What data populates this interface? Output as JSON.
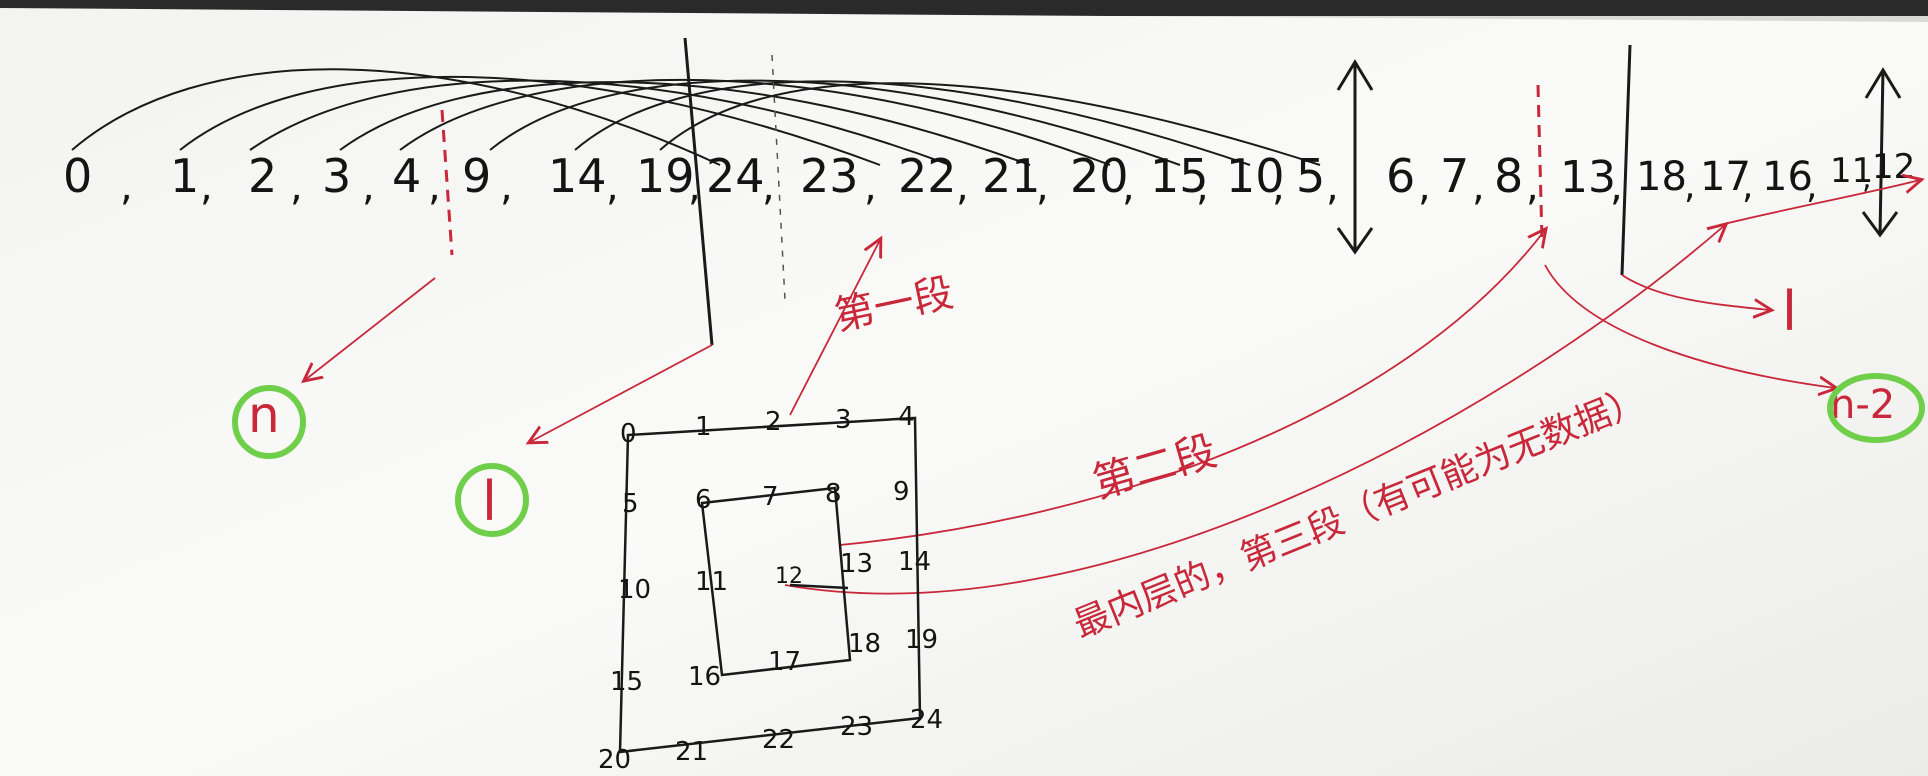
{
  "sequence": {
    "tokens": [
      "0",
      ",",
      "1",
      ",",
      "2",
      ",",
      "3",
      ",",
      "4",
      ",",
      "9",
      ",",
      "14",
      ",",
      "19",
      ",",
      "24",
      ",",
      "23",
      ",",
      "22",
      ",",
      "21",
      ",",
      "20",
      ",",
      "15",
      ",",
      "10",
      ",",
      "5",
      ",",
      "6",
      ",",
      "7",
      ",",
      "8",
      ",",
      "13",
      ",",
      "18",
      ",",
      "17",
      ",",
      "16",
      ",",
      "11",
      ",",
      "12"
    ]
  },
  "annotations": {
    "n_label": "n",
    "l_label_left": "l",
    "l_label_right": "l",
    "n_minus_2_label": "n-2",
    "segment_1": "第一段",
    "segment_2": "第二段",
    "segment_3": "最内层的，第三段（有可能为无数据）"
  },
  "grid": {
    "rows": [
      [
        "0",
        "1",
        "2",
        "3",
        "4"
      ],
      [
        "5",
        "6",
        "7",
        "8",
        "9"
      ],
      [
        "10",
        "11",
        "12",
        "13",
        "14"
      ],
      [
        "15",
        "16",
        "17",
        "18",
        "19"
      ],
      [
        "20",
        "21",
        "22",
        "23",
        "24"
      ]
    ]
  },
  "colors": {
    "paper": "#f7f7f5",
    "ink": "#141414",
    "red_pen": "#c8283a",
    "green_circle": "#6fcf4a"
  }
}
